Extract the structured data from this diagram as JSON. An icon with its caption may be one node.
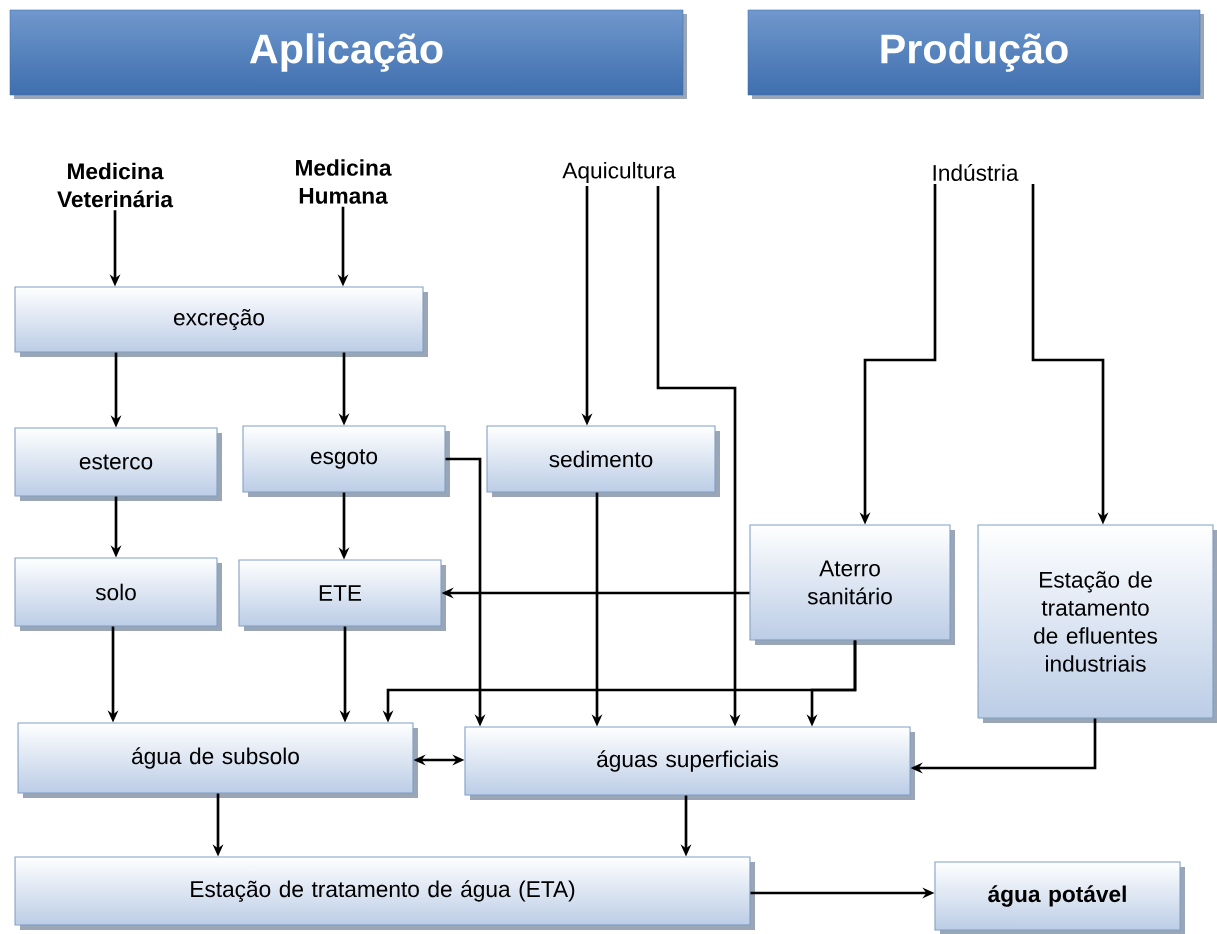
{
  "diagram": {
    "nodes": [
      {
        "text": [
          "Aplicação"
        ]
      },
      {
        "text": [
          "Produção"
        ]
      },
      {
        "text": [
          "Medicina Veterinária"
        ]
      },
      {
        "text": [
          "Medicina Humana"
        ]
      },
      {
        "text": [
          "Aquicultura"
        ]
      },
      {
        "text": [
          "Indústria"
        ]
      },
      {
        "text": [
          "excreção"
        ]
      },
      {
        "text": [
          "esterco"
        ]
      },
      {
        "text": [
          "esgoto"
        ]
      },
      {
        "text": [
          "sedimento"
        ]
      },
      {
        "text": [
          "solo"
        ]
      },
      {
        "text": [
          "ETE"
        ]
      },
      {
        "text": [
          "Aterro sanitário"
        ]
      },
      {
        "text": [
          "Estação de tratamento de efluentes industriais"
        ]
      },
      {
        "text": [
          "água de subsolo"
        ]
      },
      {
        "text": [
          "águas superficiais"
        ]
      },
      {
        "text": [
          "Estação de tratamento de água (ETA)"
        ]
      },
      {
        "text": [
          "água potável"
        ]
      }
    ],
    "edges": [
      {
        "from": 2,
        "to": 6,
        "arrow": "to"
      },
      {
        "from": 3,
        "to": 6,
        "arrow": "to"
      },
      {
        "from": 6,
        "to": 7,
        "arrow": "to"
      },
      {
        "from": 6,
        "to": 8,
        "arrow": "to"
      },
      {
        "from": 4,
        "to": 9,
        "arrow": "to"
      },
      {
        "from": 4,
        "to": 15,
        "arrow": "to"
      },
      {
        "from": 5,
        "to": 12,
        "arrow": "to"
      },
      {
        "from": 5,
        "to": 13,
        "arrow": "to"
      },
      {
        "from": 7,
        "to": 10,
        "arrow": "to"
      },
      {
        "from": 8,
        "to": 11,
        "arrow": "to"
      },
      {
        "from": 8,
        "to": 15,
        "arrow": "to"
      },
      {
        "from": 9,
        "to": 15,
        "arrow": "to"
      },
      {
        "from": 12,
        "to": 11,
        "arrow": "to"
      },
      {
        "from": 12,
        "to": 14,
        "arrow": "to"
      },
      {
        "from": 12,
        "to": 15,
        "arrow": "to"
      },
      {
        "from": 10,
        "to": 14,
        "arrow": "to"
      },
      {
        "from": 11,
        "to": 14,
        "arrow": "to"
      },
      {
        "from": 14,
        "to": 15,
        "arrow": "both"
      },
      {
        "from": 13,
        "to": 15,
        "arrow": "to"
      },
      {
        "from": 14,
        "to": 16,
        "arrow": "to"
      },
      {
        "from": 15,
        "to": 16,
        "arrow": "to"
      },
      {
        "from": 16,
        "to": 17,
        "arrow": "to"
      }
    ]
  }
}
